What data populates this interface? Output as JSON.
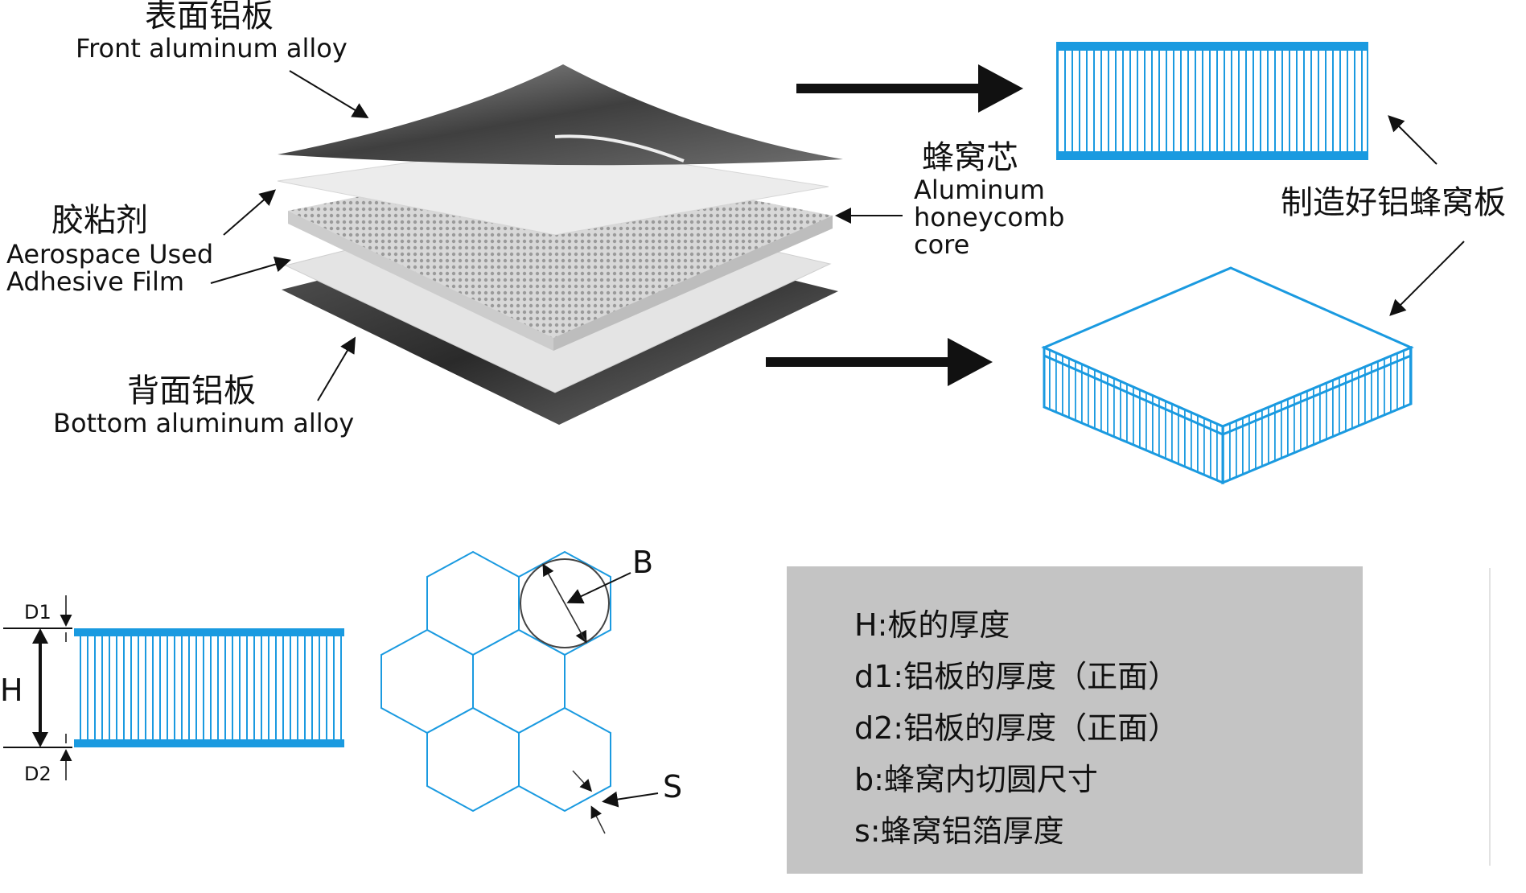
{
  "labels": {
    "front_cn": "表面铝板",
    "front_en": "Front aluminum alloy",
    "adhesive_cn": "胶粘剂",
    "adhesive_en_1": "Aerospace Used",
    "adhesive_en_2": "Adhesive Film",
    "core_cn": "蜂窝芯",
    "core_en_1": "Aluminum",
    "core_en_2": "honeycomb",
    "core_en_3": "core",
    "bottom_cn": "背面铝板",
    "bottom_en": "Bottom aluminum alloy",
    "finished_cn": "制造好铝蜂窝板"
  },
  "dimensions": {
    "d1": "D1",
    "d2": "D2",
    "h": "H",
    "b": "B",
    "s": "S"
  },
  "legend": {
    "items": [
      "H:板的厚度",
      "d1:铝板的厚度（正面）",
      "d2:铝板的厚度（正面）",
      "b:蜂窝内切圆尺寸",
      "s:蜂窝铝箔厚度"
    ]
  },
  "colors": {
    "accent_blue": "#1a9ae0",
    "legend_bg": "#c4c4c4",
    "sheet_dark": "#4a4a4a"
  }
}
